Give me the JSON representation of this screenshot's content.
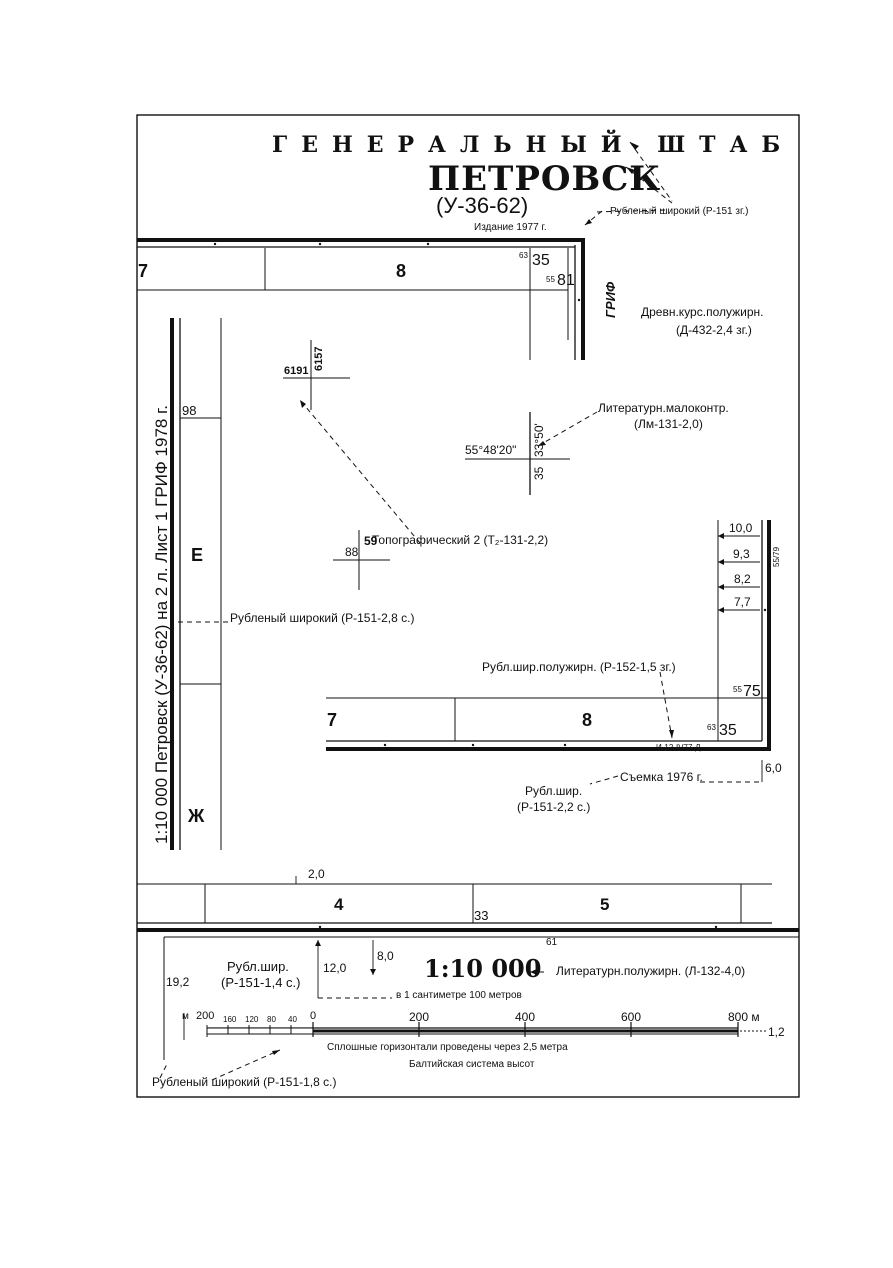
{
  "header": {
    "general_staff": "ГЕНЕРАЛЬНЫЙ ШТАБ",
    "sheet_name": "ПЕТРОВСК",
    "nomenclature": "(У-36-62)",
    "edition": "Издание 1977 г.",
    "font_note": "Рубленый широкий (Р-151 зг.)"
  },
  "secret_stamp": {
    "label": "ГРИФ",
    "font_note_line1": "Древн.курс.полужирн.",
    "font_note_line2": "(Д-432-2,4 зг.)"
  },
  "side_title": "1:10 000 Петровск (У-36-62) на 2 л. Лист 1 ГРИФ 1978 г.",
  "top_grid": {
    "left_num": "7",
    "mid_num": "8",
    "corner_sup": "63",
    "corner_num": "35",
    "side_sup": "55",
    "side_num": "81"
  },
  "bottom_grid": {
    "left_num": "7",
    "mid_num": "8",
    "corner_sup": "63",
    "corner_num": "35",
    "side_sup": "55",
    "side_num": "75",
    "print_code": "И-12-IV77-Д"
  },
  "left_letters": {
    "e": "Е",
    "zh": "Ж",
    "num_98": "98"
  },
  "cross_1": {
    "x": "6191",
    "y": "6157"
  },
  "cross_2": {
    "lat": "55°48'20\"",
    "lon1": "33°50'",
    "lon2": "35"
  },
  "cross_3": {
    "a": "88",
    "b": "59"
  },
  "notes": {
    "literary_light_1": "Литературн.малоконтр.",
    "literary_light_2": "(Лм-131-2,0)",
    "topographic": "Топографический 2 (Т₂-131-2,2)",
    "chopped_wide_28": "Рубленый широкий (Р-151-2,8 с.)",
    "chopped_wide_semibold": "Рубл.шир.полужирн. (Р-152-1,5 зг.)",
    "survey": "Съемка 1976 г.",
    "chopped_short_1": "Рубл.шир.",
    "chopped_short_2": "(Р-151-2,2 с.)"
  },
  "dims": {
    "d100": "10,0",
    "d93": "9,3",
    "d82": "8,2",
    "d77": "7,7",
    "d60": "6,0",
    "d20": "2,0",
    "side_code": "55/79"
  },
  "bottom_strip": {
    "num4": "4",
    "num5": "5",
    "num33": "33",
    "num61": "61"
  },
  "scale": {
    "ratio": "1:10 000",
    "ratio_note": "Литературн.полужирн. (Л-132-4,0)",
    "cm_note": "в 1 сантиметре 100 метров",
    "dim_192": "19,2",
    "dim_120": "12,0",
    "dim_80": "8,0",
    "left_font_1": "Рубл.шир.",
    "left_font_2": "(Р-151-1,4 с.)",
    "unit_left": "м",
    "ticks_small": [
      "200",
      "160",
      "120",
      "80",
      "40",
      "0"
    ],
    "ticks_main": [
      "200",
      "400",
      "600",
      "800 м"
    ],
    "dim_12": "1,2",
    "contours": "Сплошные горизонтали проведены через 2,5 метра",
    "baltic": "Балтийская система высот",
    "bottom_font": "Рубленый широкий (Р-151-1,8 с.)"
  }
}
